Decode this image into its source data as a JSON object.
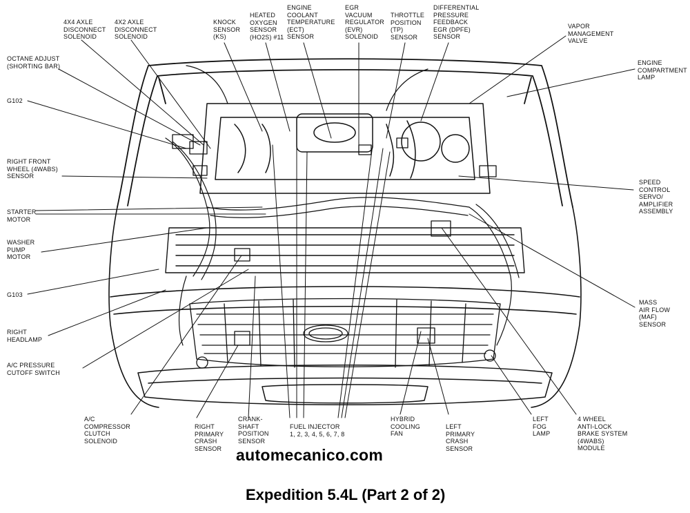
{
  "title": "Expedition 5.4L (Part 2 of 2)",
  "watermark": "automecanico.com",
  "labels": {
    "axle_4x4": "4X4 AXLE\nDISCONNECT\nSOLENOID",
    "axle_4x2": "4X2 AXLE\nDISCONNECT\nSOLENOID",
    "knock_sensor": "KNOCK\nSENSOR\n(KS)",
    "ho2s": "HEATED\nOXYGEN\nSENSOR\n(HO2S) #11",
    "ect": "ENGINE\nCOOLANT\nTEMPERATURE\n(ECT)\nSENSOR",
    "evr": "EGR\nVACUUM\nREGULATOR\n(EVR)\nSOLENOID",
    "tp": "THROTTLE\nPOSITION\n(TP)\nSENSOR",
    "dpfe": "DIFFERENTIAL\nPRESSURE\nFEEDBACK\nEGR (DPFE)\nSENSOR",
    "vapor": "VAPOR\nMANAGEMENT\nVALVE",
    "octane": "OCTANE ADJUST\n(SHORTING BAR)",
    "g102": "G102",
    "engine_lamp": "ENGINE\nCOMPARTMENT\nLAMP",
    "wheel_sensor": "RIGHT FRONT\nWHEEL (4WABS)\nSENSOR",
    "speed_control": "SPEED\nCONTROL\nSERVO/\nAMPLIFIER\nASSEMBLY",
    "starter": "STARTER\nMOTOR",
    "washer": "WASHER\nPUMP\nMOTOR",
    "g103": "G103",
    "maf": "MASS\nAIR FLOW\n(MAF)\nSENSOR",
    "right_headlamp": "RIGHT\nHEADLAMP",
    "ac_pressure": "A/C PRESSURE\nCUTOFF SWITCH",
    "ac_clutch": "A/C\nCOMPRESSOR\nCLUTCH\nSOLENOID",
    "right_crash": "RIGHT\nPRIMARY\nCRASH\nSENSOR",
    "crankshaft": "CRANK-\nSHAFT\nPOSITION\nSENSOR",
    "fuel_injector": "FUEL INJECTOR\n1, 2, 3, 4, 5, 6, 7, 8",
    "hybrid_fan": "HYBRID\nCOOLING\nFAN",
    "left_crash": "LEFT\nPRIMARY\nCRASH\nSENSOR",
    "left_fog": "LEFT\nFOG\nLAMP",
    "abs_module": "4 WHEEL\nANTI-LOCK\nBRAKE SYSTEM\n(4WABS)\nMODULE"
  }
}
